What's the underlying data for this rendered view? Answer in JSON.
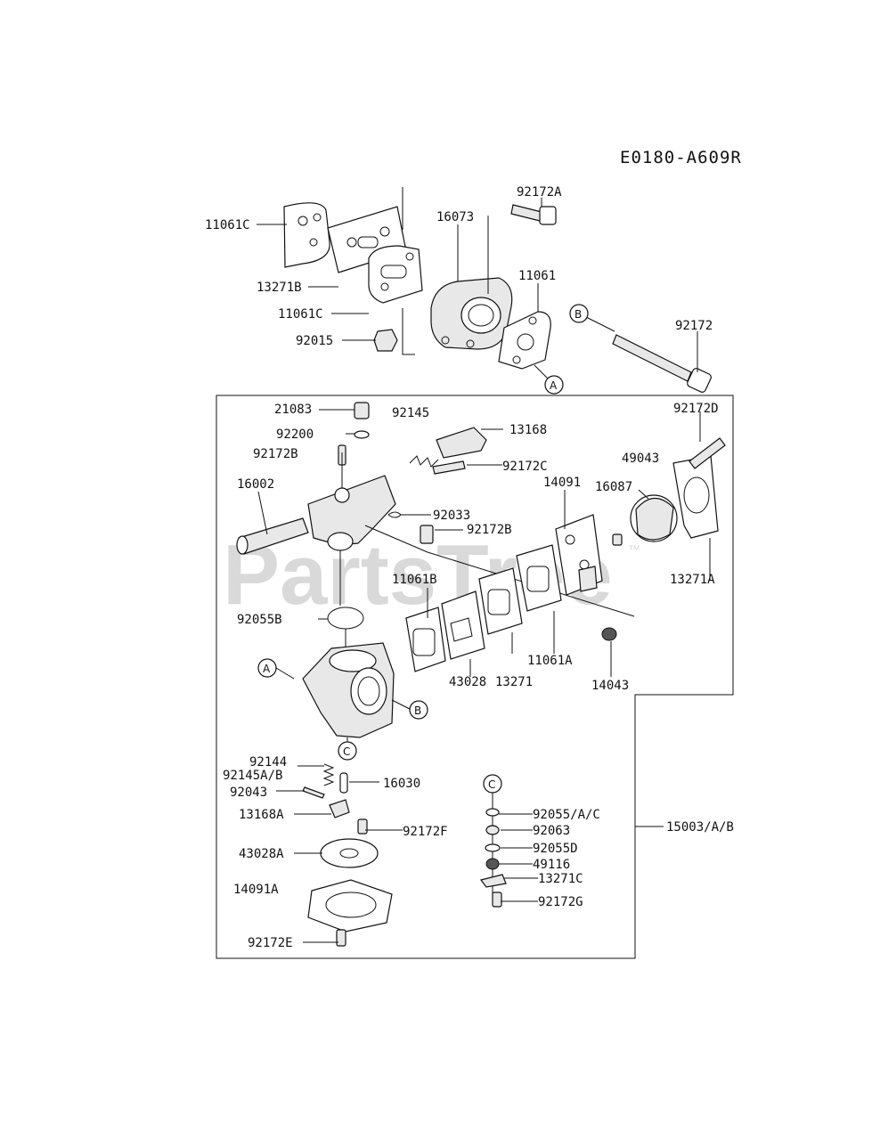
{
  "diagram": {
    "code": "E0180-A609R",
    "watermark": "PartsTree",
    "watermark_tm": "™",
    "callouts": {
      "A": "A",
      "B": "B",
      "C": "C"
    },
    "labels": {
      "l11061C_top": "11061C",
      "l13271B": "13271B",
      "l11061C_mid": "11061C",
      "l92015": "92015",
      "l16073": "16073",
      "l92172A": "92172A",
      "l11061": "11061",
      "l92172": "92172",
      "l21083": "21083",
      "l92145": "92145",
      "l13168": "13168",
      "l92200": "92200",
      "l92172B_a": "92172B",
      "l92172C": "92172C",
      "l16002": "16002",
      "l92033": "92033",
      "l92172B_b": "92172B",
      "l14091": "14091",
      "l16087": "16087",
      "l49043": "49043",
      "l92172D": "92172D",
      "l13271A": "13271A",
      "l11061B": "11061B",
      "l92055B": "92055B",
      "l11061A": "11061A",
      "l13271": "13271",
      "l43028": "43028",
      "l14043": "14043",
      "l92144": "92144",
      "l92145AB": "92145A/B",
      "l16030": "16030",
      "l92043": "92043",
      "l13168A": "13168A",
      "l92172F": "92172F",
      "l43028A": "43028A",
      "l14091A": "14091A",
      "l92172E": "92172E",
      "l92055AC": "92055/A/C",
      "l92063": "92063",
      "l92055D": "92055D",
      "l49116": "49116",
      "l13271C": "13271C",
      "l92172G": "92172G",
      "l15003AB": "15003/A/B"
    }
  }
}
